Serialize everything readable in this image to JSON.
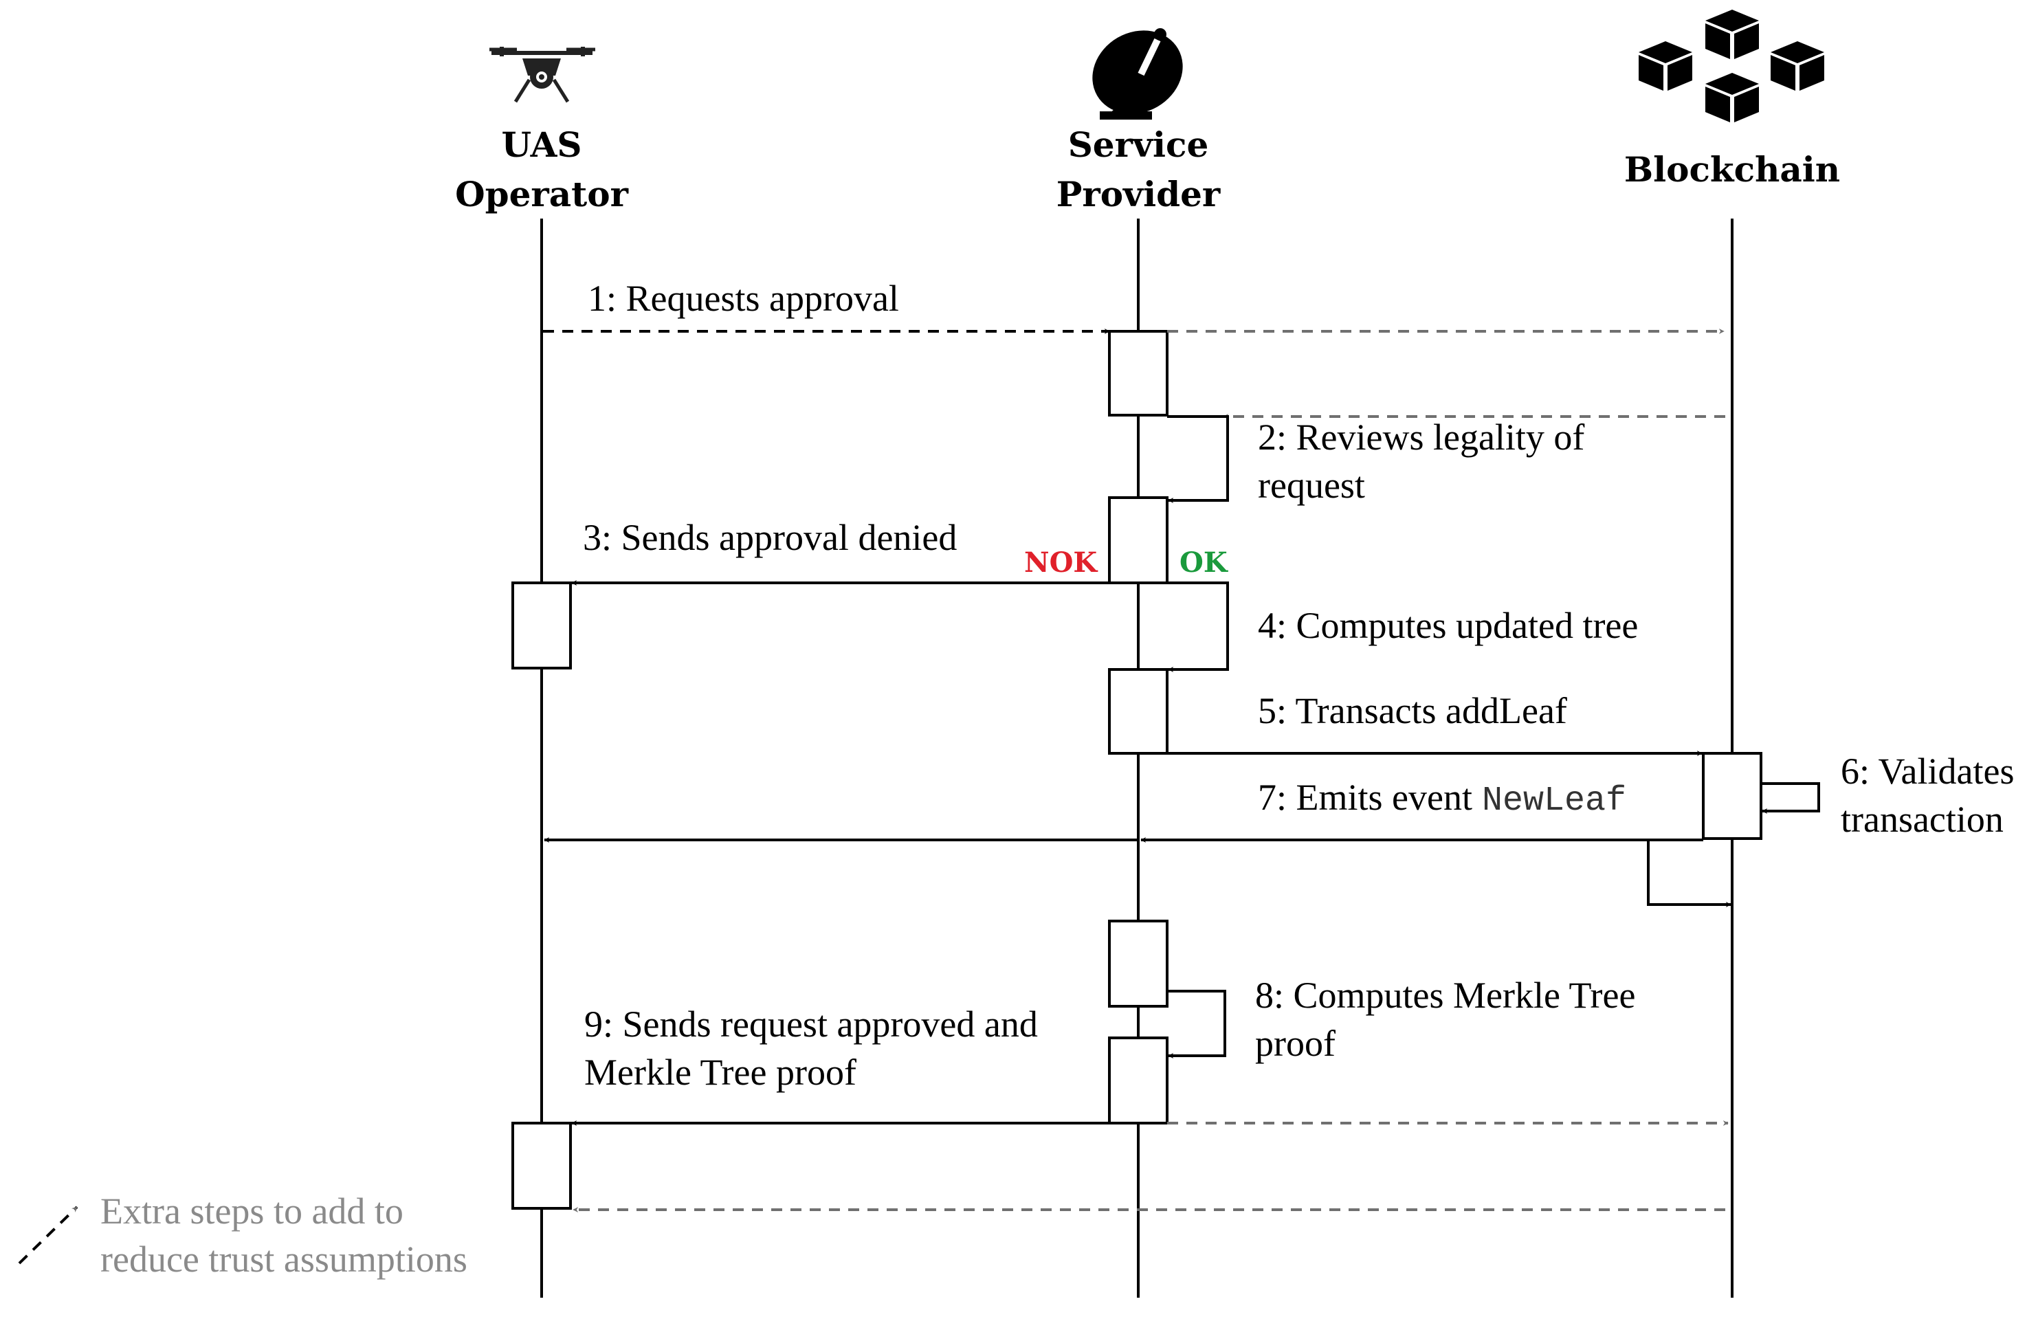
{
  "actors": [
    {
      "line1": "UAS",
      "line2": "Operator",
      "icon": "drone-icon"
    },
    {
      "line1": "Service",
      "line2": "Provider",
      "icon": "satellite-dish-icon"
    },
    {
      "line1": "Blockchain",
      "line2": "",
      "icon": "blocks-icon"
    }
  ],
  "steps": {
    "s1": "1: Requests approval",
    "s2_l1": "2: Reviews legality of",
    "s2_l2": "request",
    "s3": "3: Sends approval denied",
    "nok": "NOK",
    "ok": "OK",
    "s4": "4: Computes updated tree",
    "s5": "5: Transacts addLeaf",
    "s6_l1": "6: Validates",
    "s6_l2": "transaction",
    "s7_prefix": "7: Emits event",
    "s7_code": "NewLeaf",
    "s8_l1": "8: Computes Merkle Tree",
    "s8_l2": "proof",
    "s9_l1": "9: Sends request approved and",
    "s9_l2": "Merkle Tree proof"
  },
  "legend": {
    "line1": "Extra steps to add to",
    "line2": "reduce trust assumptions"
  },
  "colors": {
    "nok": "#e0202a",
    "ok": "#1a9a3c",
    "extra": "#8a8a8a"
  }
}
